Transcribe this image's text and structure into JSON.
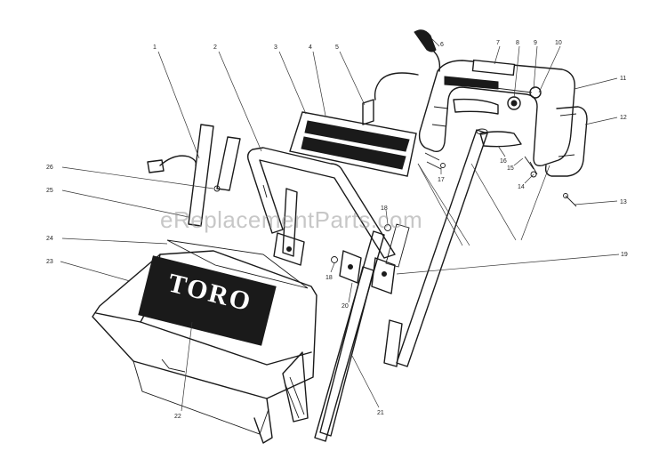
{
  "watermark": "eReplacementParts.com",
  "logo_text": "TORO",
  "callouts": [
    {
      "id": "c1",
      "label": "1"
    },
    {
      "id": "c2",
      "label": "2"
    },
    {
      "id": "c3",
      "label": "3"
    },
    {
      "id": "c4",
      "label": "4"
    },
    {
      "id": "c5",
      "label": "5"
    },
    {
      "id": "c6",
      "label": "6"
    },
    {
      "id": "c7",
      "label": "7"
    },
    {
      "id": "c8",
      "label": "8"
    },
    {
      "id": "c9",
      "label": "9"
    },
    {
      "id": "c10",
      "label": "10"
    },
    {
      "id": "c11",
      "label": "11"
    },
    {
      "id": "c12",
      "label": "12"
    },
    {
      "id": "c13",
      "label": "13"
    },
    {
      "id": "c14",
      "label": "14"
    },
    {
      "id": "c15",
      "label": "15"
    },
    {
      "id": "c16",
      "label": "16"
    },
    {
      "id": "c17",
      "label": "17"
    },
    {
      "id": "c18a",
      "label": "18"
    },
    {
      "id": "c18b",
      "label": "18"
    },
    {
      "id": "c19",
      "label": "19"
    },
    {
      "id": "c20",
      "label": "20"
    },
    {
      "id": "c21",
      "label": "21"
    },
    {
      "id": "c22",
      "label": "22"
    },
    {
      "id": "c23",
      "label": "23"
    },
    {
      "id": "c24",
      "label": "24"
    },
    {
      "id": "c25",
      "label": "25"
    },
    {
      "id": "c26",
      "label": "26"
    }
  ]
}
